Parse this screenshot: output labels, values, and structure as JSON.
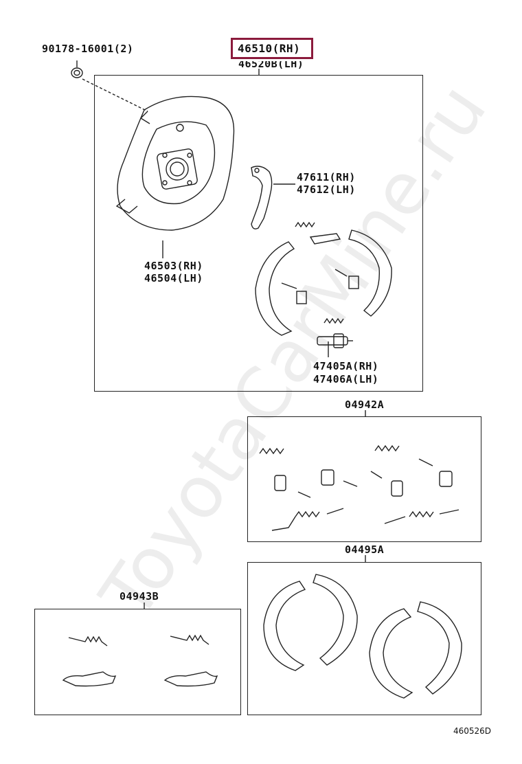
{
  "parts": {
    "nut": "90178-16001(2)",
    "plate_rh": "46510(RH)",
    "plate_lh": "46520B(LH)",
    "lever_rh": "47611(RH)",
    "lever_lh": "47612(LH)",
    "cover_rh": "46503(RH)",
    "cover_lh": "46504(LH)",
    "adjuster_rh": "47405A(RH)",
    "adjuster_lh": "47406A(LH)",
    "kit_hardware": "04942A",
    "kit_shoes": "04495A",
    "kit_springs": "04943B"
  },
  "figure_code": "460526D",
  "watermark": "ToyotaCarMine.ru",
  "colors": {
    "highlight": "#8b1a3c",
    "line": "#222222"
  }
}
